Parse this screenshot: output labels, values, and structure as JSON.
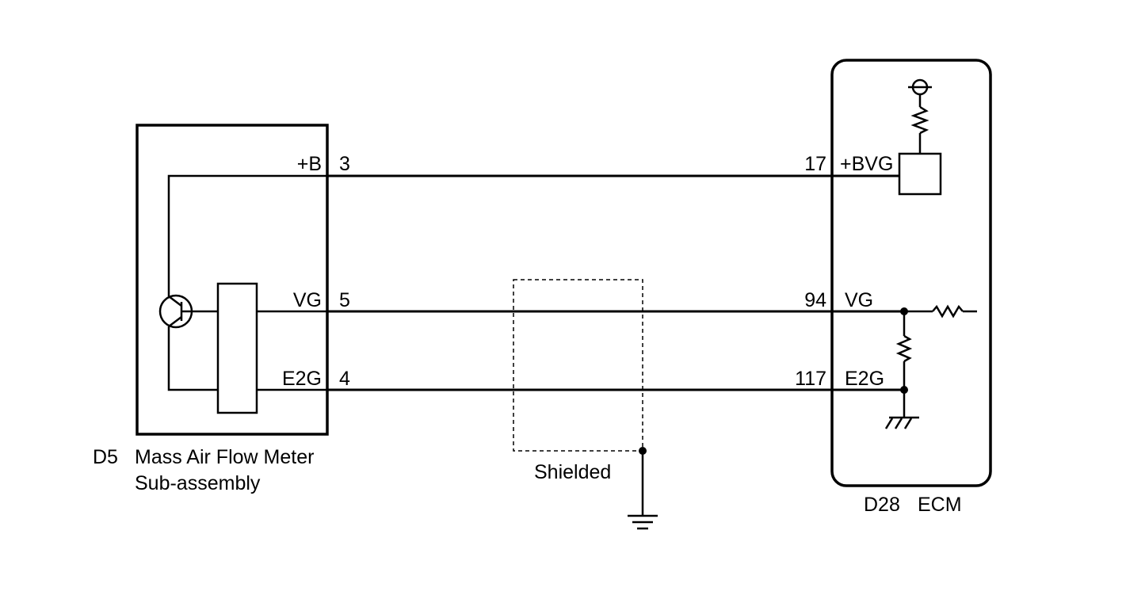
{
  "mass_air_flow_meter": {
    "connector_id": "D5",
    "name_line1": "Mass Air Flow Meter",
    "name_line2": "Sub-assembly"
  },
  "ecm": {
    "connector_id": "D28",
    "name": "ECM"
  },
  "shield": {
    "label": "Shielded"
  },
  "wires": [
    {
      "sensor_signal": "+B",
      "sensor_pin": "3",
      "ecm_pin": "17",
      "ecm_signal": "+BVG"
    },
    {
      "sensor_signal": "VG",
      "sensor_pin": "5",
      "ecm_pin": "94",
      "ecm_signal": "VG"
    },
    {
      "sensor_signal": "E2G",
      "sensor_pin": "4",
      "ecm_pin": "117",
      "ecm_signal": "E2G"
    }
  ]
}
